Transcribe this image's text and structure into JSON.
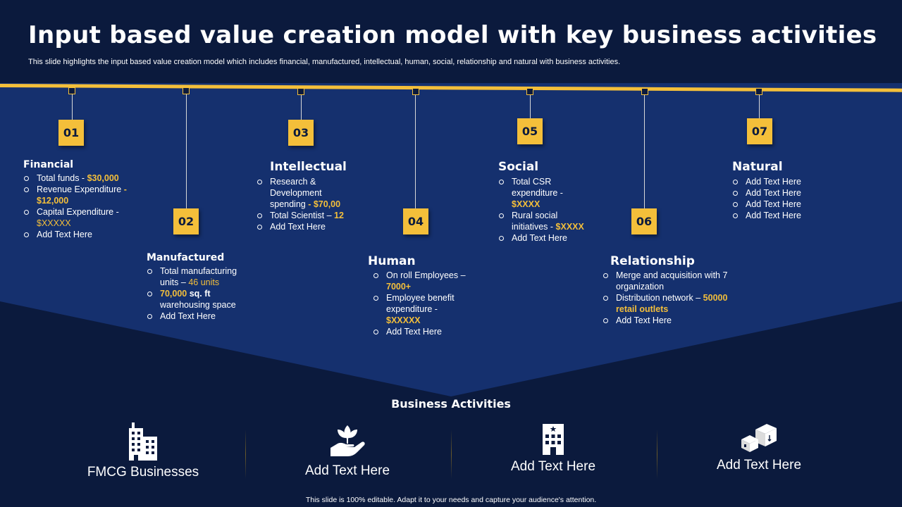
{
  "title": "Input based value creation model with key business activities",
  "subtitle": "This slide highlights the input based value creation model which includes financial, manufactured, intellectual, human, social, relationship and natural with business activities.",
  "colors": {
    "background": "#0b1a3d",
    "panel": "#15306e",
    "accent": "#f4bf3a",
    "text": "#ffffff"
  },
  "steps": [
    {
      "number": "01",
      "title": "Financial"
    },
    {
      "number": "02",
      "title": "Manufactured"
    },
    {
      "number": "03",
      "title": "Intellectual"
    },
    {
      "number": "04",
      "title": "Human"
    },
    {
      "number": "05",
      "title": "Social"
    },
    {
      "number": "06",
      "title": "Relationship"
    },
    {
      "number": "07",
      "title": "Natural"
    }
  ],
  "financial": {
    "i1": "Total funds - ",
    "i1v": "$30,000",
    "i2": "Revenue Expenditure ",
    "i2v": "- $12,000",
    "i3": "Capital Expenditure - ",
    "i3v": "$XXXXX",
    "i4": "Add Text Here"
  },
  "manufactured": {
    "i1": "Total manufacturing units – ",
    "i1v": "46 units",
    "i2v": "70,000",
    "i2a": " sq. ft",
    "i2b": " warehousing space",
    "i3": "Add Text Here"
  },
  "intellectual": {
    "i1": "Research & Development spending ",
    "i1v": "- $70,00",
    "i2": "Total Scientist – ",
    "i2v": "12",
    "i3": "Add Text Here"
  },
  "human": {
    "i1": "On roll Employees – ",
    "i1v": "7000+",
    "i2": "Employee benefit expenditure - ",
    "i2v": "$XXXXX",
    "i3": "Add Text Here"
  },
  "social": {
    "i1": "Total CSR expenditure - ",
    "i1v": "$XXXX",
    "i2": "Rural social initiatives - ",
    "i2v": "$XXXX",
    "i3": "Add Text Here"
  },
  "relationship": {
    "i1": "Merge and acquisition with 7 organization",
    "i2": "Distribution network – ",
    "i2v": "50000 retail outlets",
    "i3": "Add Text Here"
  },
  "natural": {
    "i1": "Add Text Here",
    "i2": "Add Text Here",
    "i3": "Add Text Here",
    "i4": "Add Text Here"
  },
  "business_activities": {
    "title": "Business Activities",
    "items": [
      {
        "icon": "office-buildings-icon",
        "label": "FMCG Businesses"
      },
      {
        "icon": "hand-plant-icon",
        "label": "Add Text Here"
      },
      {
        "icon": "hotel-building-icon",
        "label": "Add Text Here"
      },
      {
        "icon": "boxes-icon",
        "label": "Add Text Here"
      }
    ]
  },
  "footer": "This slide is 100% editable. Adapt it to your needs and capture your audience's attention."
}
